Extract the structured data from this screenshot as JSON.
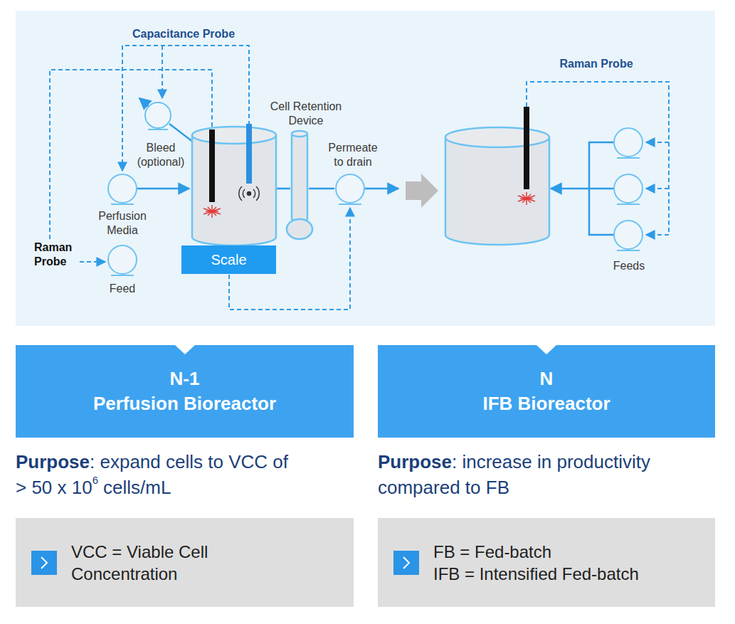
{
  "diagram": {
    "nodes": [
      {
        "text": [
          "Scale"
        ]
      },
      {
        "text": [
          "N-1",
          "Perfusion Bioreactor"
        ]
      },
      {
        "text": [
          "N",
          "IFB Bioreactor"
        ]
      },
      {
        "text": [
          "VCC = Viable Cell Concentration"
        ]
      },
      {
        "text": [
          "FB = Fed-batch",
          "IFB = Intensified Fed-batch"
        ]
      }
    ],
    "labels": [
      "Capacitance Probe",
      "Bleed (optional)",
      "Perfusion Media",
      "Raman Probe",
      "Feed",
      "Cell Retention Device",
      "Permeate to drain",
      "Raman Probe",
      "Feeds",
      "Purpose",
      ": expand cells to VCC of",
      "> 50 x 10",
      "6",
      "cells/mL",
      "Purpose",
      ": increase in productivity",
      "compared to FB"
    ]
  }
}
